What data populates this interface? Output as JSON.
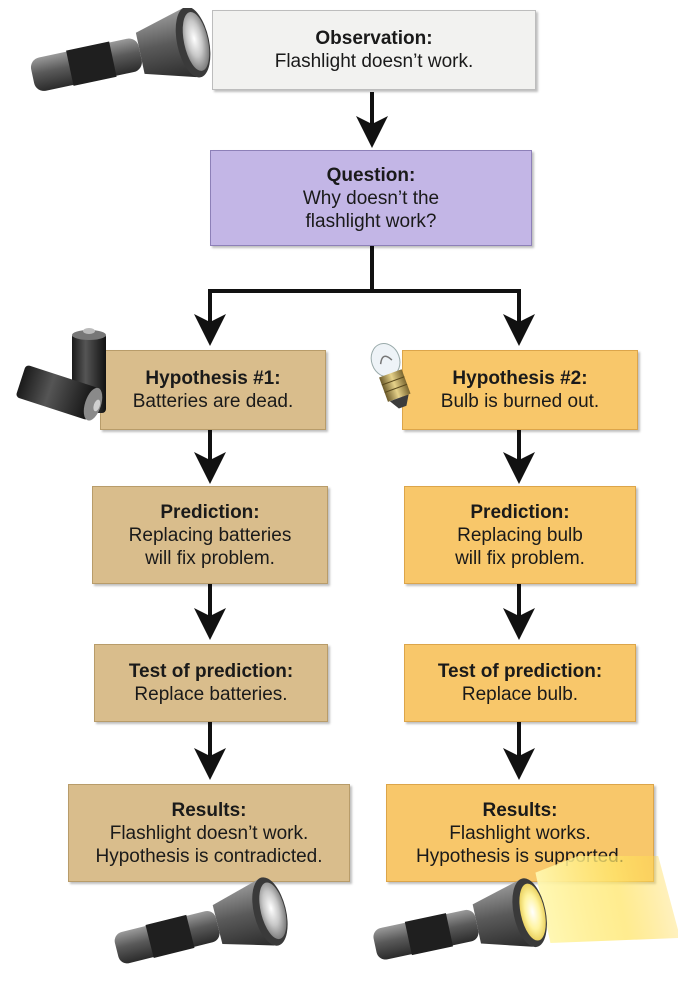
{
  "observation": {
    "label": "Observation:",
    "text": "Flashlight doesn’t work."
  },
  "question": {
    "label": "Question:",
    "line1": "Why doesn’t the",
    "line2": "flashlight work?"
  },
  "left": {
    "hypothesis": {
      "label": "Hypothesis #1:",
      "text": "Batteries are dead."
    },
    "prediction": {
      "label": "Prediction:",
      "line1": "Replacing batteries",
      "line2": "will fix problem."
    },
    "test": {
      "label": "Test of prediction:",
      "text": "Replace batteries."
    },
    "results": {
      "label": "Results:",
      "line1": "Flashlight doesn’t work.",
      "line2": "Hypothesis is contradicted."
    }
  },
  "right": {
    "hypothesis": {
      "label": "Hypothesis #2:",
      "text": "Bulb is burned out."
    },
    "prediction": {
      "label": "Prediction:",
      "line1": "Replacing bulb",
      "line2": "will fix problem."
    },
    "test": {
      "label": "Test of prediction:",
      "text": "Replace bulb."
    },
    "results": {
      "label": "Results:",
      "line1": "Flashlight works.",
      "line2": "Hypothesis is supported."
    }
  },
  "colors": {
    "observation_box": "#f2f2f0",
    "question_box": "#c3b6e6",
    "left_branch_box": "#d9bd8c",
    "right_branch_box": "#f8c76a",
    "arrow": "#111111"
  },
  "icons": [
    "flashlight-off-icon",
    "batteries-icon",
    "light-bulb-icon",
    "flashlight-off-icon",
    "flashlight-on-icon"
  ]
}
